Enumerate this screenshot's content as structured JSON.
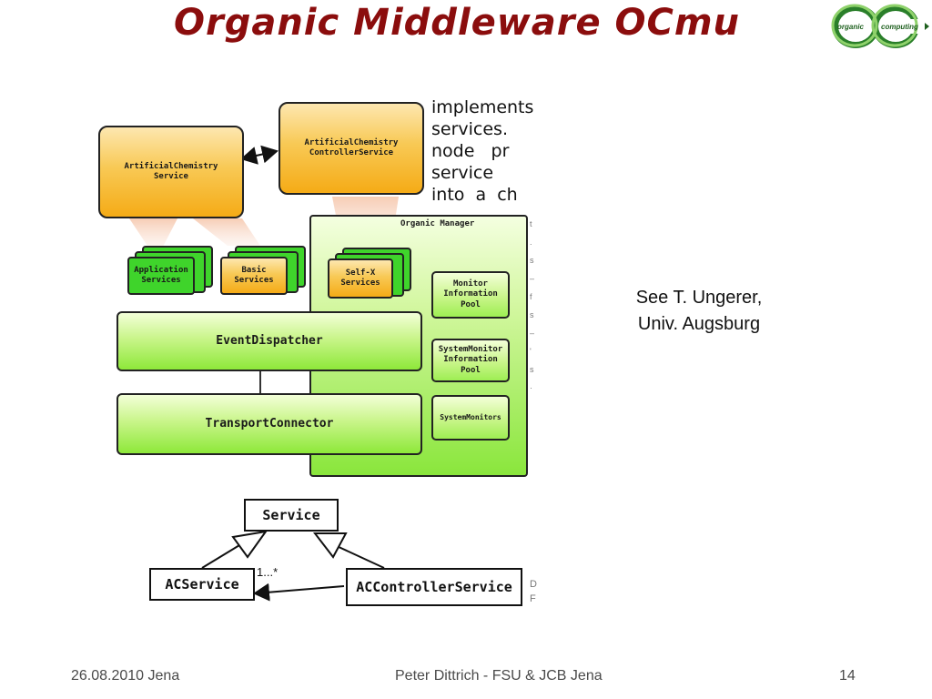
{
  "slide": {
    "title": "Organic Middleware OCmu",
    "note_line1": "See T. Ungerer,",
    "note_line2": "Univ. Augsburg"
  },
  "logo": {
    "letters": "OC",
    "word1": "organic",
    "word2": "computing"
  },
  "description_fragments": [
    "implements",
    "services.",
    "node   pr",
    "service",
    "into  a  ch"
  ],
  "margin_glyphs": [
    "t",
    ".",
    "s",
    "–",
    "f",
    "s",
    "–",
    "'",
    "s",
    "·"
  ],
  "diagram": {
    "ac_service": "ArtificialChemistry\nService",
    "ac_controller": "ArtificialChemistry\nControllerService",
    "organic_manager": "Organic Manager",
    "application_services": "Application\nServices",
    "basic_services": "Basic\nServices",
    "selfx_services": "Self-X\nServices",
    "monitor_pool": "Monitor\nInformation\nPool",
    "sysmon_pool": "SystemMonitor\nInformation\nPool",
    "system_monitors": "SystemMonitors",
    "event_dispatcher": "EventDispatcher",
    "transport_connector": "TransportConnector"
  },
  "uml": {
    "service": "Service",
    "ac_service": "ACService",
    "ac_controller_service": "ACControllerService",
    "multiplicity": "1...*",
    "side_glyph1": "D",
    "side_glyph2": "F"
  },
  "footer": {
    "date": "26.08.2010 Jena",
    "author": "Peter Dittrich  - FSU & JCB Jena",
    "page": "14"
  },
  "colors": {
    "title": "#8b0d0d",
    "orange": "#f5ab16",
    "green": "#7de62a",
    "logo_green": "#2e9f2e"
  }
}
